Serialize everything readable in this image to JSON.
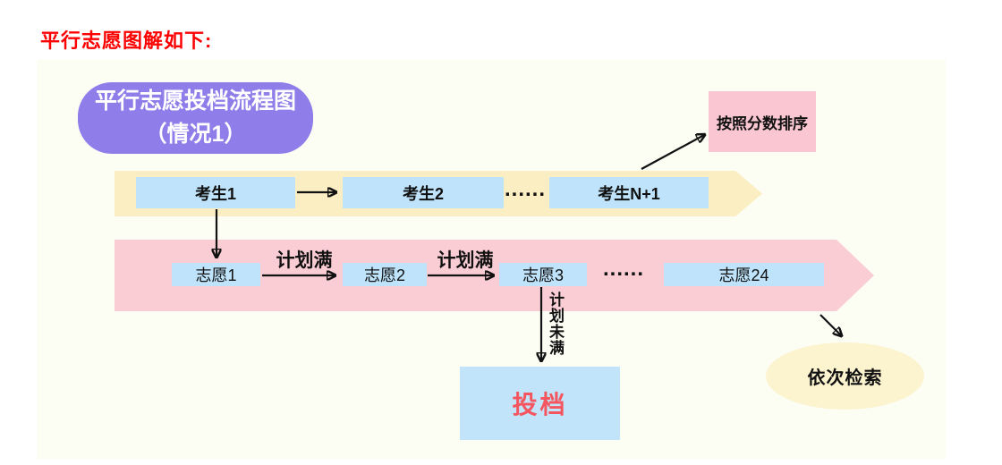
{
  "title": "平行志愿图解如下:",
  "flow_title": {
    "line1": "平行志愿投档流程图",
    "line2": "（情况1）"
  },
  "sort_box_label": "按照分数排序",
  "candidates": {
    "items": [
      "考生1",
      "考生2",
      "考生N+1"
    ],
    "ellipsis": "......"
  },
  "choices": {
    "items": [
      "志愿1",
      "志愿2",
      "志愿3",
      "志愿24"
    ],
    "ellipsis": "......"
  },
  "labels": {
    "plan_full": "计划满",
    "plan_not_full": "计划未满"
  },
  "dispatch_label": "投档",
  "search_label": "依次检索",
  "colors": {
    "title_red": "#fe0000",
    "pill_purple": "#8f7de9",
    "candidate_band_yellow": "#fbeec3",
    "choice_band_pink": "#facdd5",
    "blue_box": "#bee3fa",
    "sort_box_pink": "#f9c6d2",
    "search_ellipse_yellow": "#fcf3cf",
    "dispatch_text_red": "#f4555e",
    "canvas_background": "#fcfef4"
  }
}
